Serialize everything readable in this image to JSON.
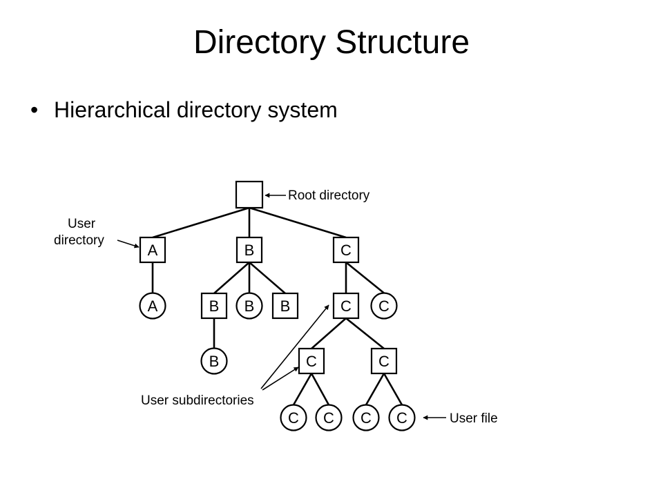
{
  "slide": {
    "title": "Directory Structure",
    "bullet": "Hierarchical directory system"
  },
  "diagram": {
    "nodes": [
      {
        "id": "root",
        "shape": "square",
        "label": ""
      },
      {
        "id": "dirA",
        "shape": "square",
        "label": "A"
      },
      {
        "id": "dirB",
        "shape": "square",
        "label": "B"
      },
      {
        "id": "dirC",
        "shape": "square",
        "label": "C"
      },
      {
        "id": "fileA1",
        "shape": "circle",
        "label": "A"
      },
      {
        "id": "dirB1",
        "shape": "square",
        "label": "B"
      },
      {
        "id": "fileB1",
        "shape": "circle",
        "label": "B"
      },
      {
        "id": "dirB2",
        "shape": "square",
        "label": "B"
      },
      {
        "id": "fileB2",
        "shape": "circle",
        "label": "B"
      },
      {
        "id": "dirC1",
        "shape": "square",
        "label": "C"
      },
      {
        "id": "fileC1",
        "shape": "circle",
        "label": "C"
      },
      {
        "id": "dirC2",
        "shape": "square",
        "label": "C"
      },
      {
        "id": "dirC3",
        "shape": "square",
        "label": "C"
      },
      {
        "id": "fileC2",
        "shape": "circle",
        "label": "C"
      },
      {
        "id": "fileC3",
        "shape": "circle",
        "label": "C"
      },
      {
        "id": "fileC4",
        "shape": "circle",
        "label": "C"
      },
      {
        "id": "fileC5",
        "shape": "circle",
        "label": "C"
      }
    ],
    "edges": [
      [
        "root",
        "dirA"
      ],
      [
        "root",
        "dirB"
      ],
      [
        "root",
        "dirC"
      ],
      [
        "dirA",
        "fileA1"
      ],
      [
        "dirB",
        "dirB1"
      ],
      [
        "dirB",
        "fileB1"
      ],
      [
        "dirB",
        "dirB2"
      ],
      [
        "dirB1",
        "fileB2"
      ],
      [
        "dirC",
        "dirC1"
      ],
      [
        "dirC",
        "fileC1"
      ],
      [
        "dirC1",
        "dirC2"
      ],
      [
        "dirC1",
        "dirC3"
      ],
      [
        "dirC2",
        "fileC2"
      ],
      [
        "dirC2",
        "fileC3"
      ],
      [
        "dirC3",
        "fileC4"
      ],
      [
        "dirC3",
        "fileC5"
      ]
    ],
    "annotations": {
      "root_directory": "Root directory",
      "user_directory_line1": "User",
      "user_directory_line2": "directory",
      "user_subdirectories": "User subdirectories",
      "user_file": "User file"
    }
  }
}
